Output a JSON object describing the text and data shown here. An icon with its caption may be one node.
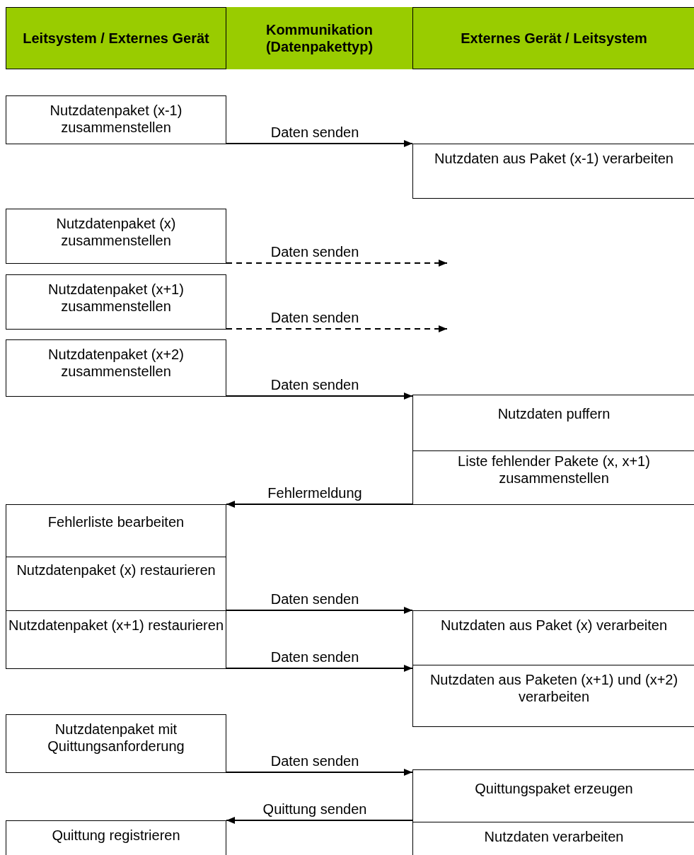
{
  "diagram": {
    "nodes": [
      {
        "text": [
          "Leitsystem / Externes Gerät"
        ]
      },
      {
        "text": [
          "Kommunikation (Datenpakettyp)"
        ]
      },
      {
        "text": [
          "Externes Gerät / Leitsystem"
        ]
      },
      {
        "text": [
          "Nutzdatenpaket (x-1) zusammenstellen"
        ]
      },
      {
        "text": [
          "Nutzdaten aus Paket (x-1) verarbeiten"
        ]
      },
      {
        "text": [
          "Nutzdatenpaket (x) zusammenstellen"
        ]
      },
      {
        "text": [
          "Nutzdatenpaket (x+1) zusammenstellen"
        ]
      },
      {
        "text": [
          "Nutzdatenpaket (x+2) zusammenstellen"
        ]
      },
      {
        "text": [
          "Nutzdaten puffern"
        ]
      },
      {
        "text": [
          "Liste fehlender Pakete (x, x+1) zusammenstellen"
        ]
      },
      {
        "text": [
          "Fehlerliste bearbeiten"
        ]
      },
      {
        "text": [
          "Nutzdatenpaket (x) restaurieren"
        ]
      },
      {
        "text": [
          "Nutzdatenpaket (x+1) restaurieren"
        ]
      },
      {
        "text": [
          "Nutzdaten aus Paket (x) verarbeiten"
        ]
      },
      {
        "text": [
          "Nutzdaten aus Paketen (x+1) und (x+2) verarbeiten"
        ]
      },
      {
        "text": [
          "Nutzdatenpaket mit Quittungsanforderung"
        ]
      },
      {
        "text": [
          "Quittungspaket erzeugen"
        ]
      },
      {
        "text": [
          "Quittung registrieren"
        ]
      },
      {
        "text": [
          "Nutzdaten verarbeiten"
        ]
      }
    ],
    "edges": [
      {
        "from": 3,
        "to": 4,
        "arrow": "to",
        "label": "Daten senden"
      },
      {
        "from": 5,
        "to": null,
        "arrow": "to",
        "label": "Daten senden",
        "style": "dashed"
      },
      {
        "from": 6,
        "to": null,
        "arrow": "to",
        "label": "Daten senden",
        "style": "dashed"
      },
      {
        "from": 7,
        "to": 8,
        "arrow": "to",
        "label": "Daten senden"
      },
      {
        "from": 9,
        "to": 10,
        "arrow": "to",
        "label": "Fehlermeldung"
      },
      {
        "from": 11,
        "to": 13,
        "arrow": "to",
        "label": "Daten senden"
      },
      {
        "from": 12,
        "to": 14,
        "arrow": "to",
        "label": "Daten senden"
      },
      {
        "from": 15,
        "to": 16,
        "arrow": "to",
        "label": "Daten senden"
      },
      {
        "from": 16,
        "to": 17,
        "arrow": "to",
        "label": "Quittung senden"
      }
    ]
  }
}
